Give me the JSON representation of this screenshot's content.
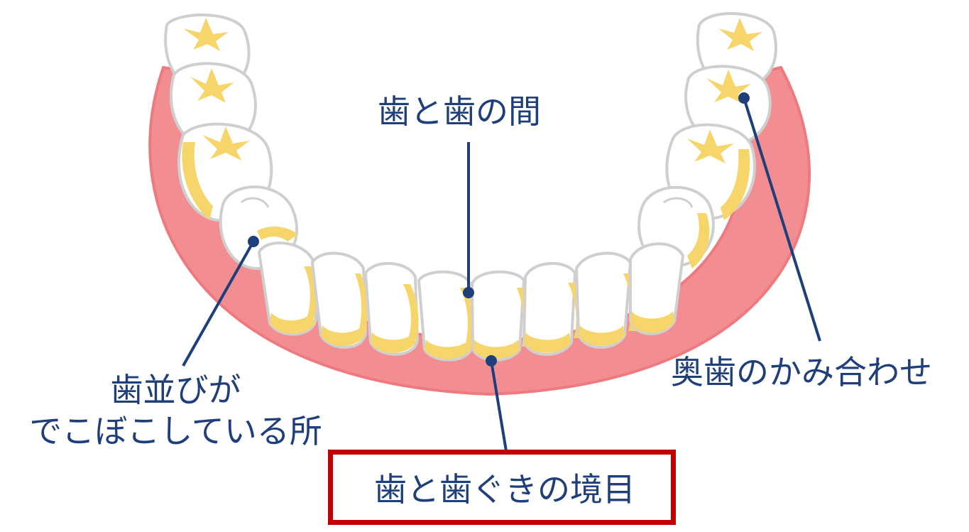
{
  "labels": {
    "between_teeth": "歯と歯の間",
    "molar_bite": "奥歯のかみ合わせ",
    "crooked_line1": "歯並びが",
    "crooked_line2": "でこぼこしている所",
    "gumline": "歯と歯ぐきの境目"
  },
  "colors": {
    "gum": "#f28e92",
    "gum_outline": "#ee7a7f",
    "tooth": "#ffffff",
    "tooth_outline": "#cfcfcf",
    "plaque": "#f6d66a",
    "leader": "#1f3f7a",
    "highlight_box": "#c00000"
  }
}
